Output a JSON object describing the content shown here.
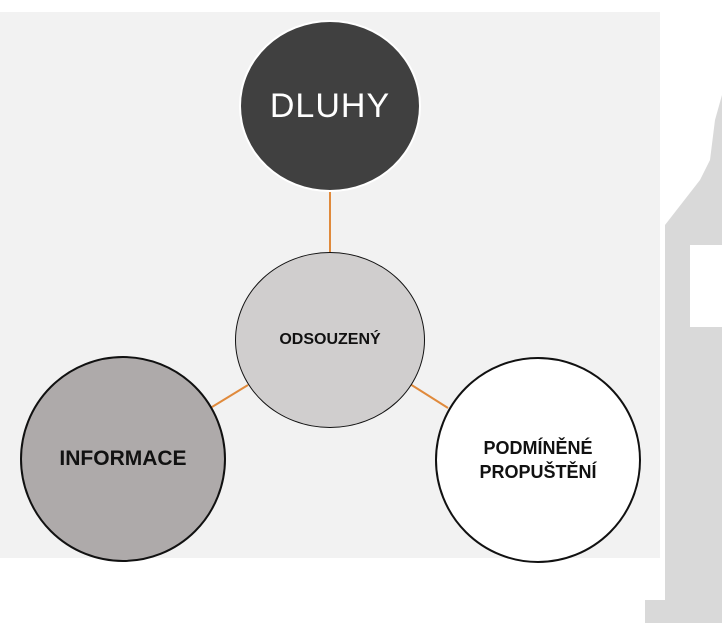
{
  "colors": {
    "panel_background": "#f2f2f2",
    "connector": "#e08a3c",
    "node_dluhy": "#404040",
    "node_odsouzeny": "#d0cece",
    "node_informace": "#aeaaaa",
    "node_podminene": "#ffffff",
    "watermark": "#d9d9d9"
  },
  "diagram": {
    "center": {
      "label": "ODSOUZENÝ"
    },
    "satellites": [
      {
        "label": "DLUHY"
      },
      {
        "label": "INFORMACE"
      },
      {
        "label": "PODMÍNĚNÉ PROPUŠTĚNÍ"
      }
    ]
  }
}
